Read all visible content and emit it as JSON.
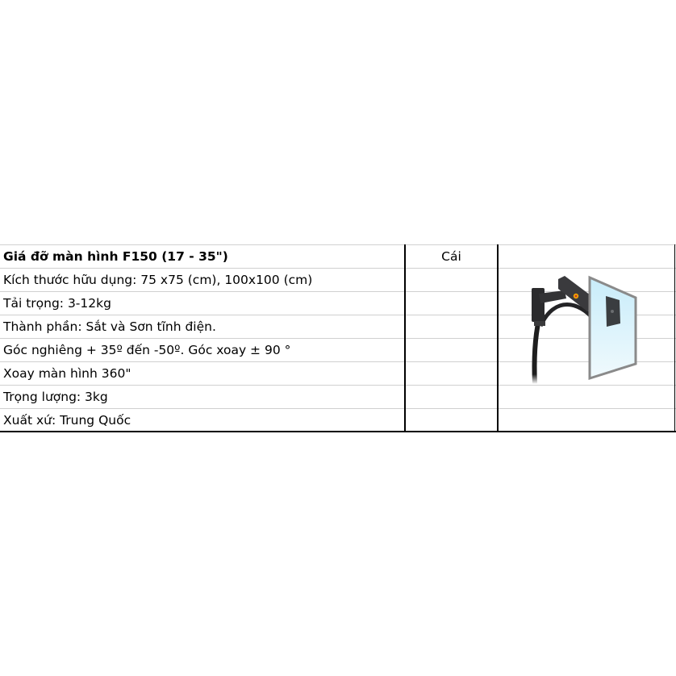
{
  "table": {
    "rows": [
      {
        "description": "Giá đỡ màn hình F150 (17 - 35\")",
        "unit": "Cái",
        "bold": true
      },
      {
        "description": "Kích thước hữu dụng: 75 x75 (cm), 100x100 (cm)",
        "unit": ""
      },
      {
        "description": "Tải trọng: 3-12kg",
        "unit": ""
      },
      {
        "description": "Thành phần: Sắt và Sơn tĩnh điện.",
        "unit": ""
      },
      {
        "description": "Góc nghiêng + 35º đến -50º. Góc xoay ± 90 °",
        "unit": ""
      },
      {
        "description": "Xoay màn hình 360\"",
        "unit": ""
      },
      {
        "description": "Trọng lượng: 3kg",
        "unit": ""
      },
      {
        "description": "Xuất xứ: Trung Quốc",
        "unit": ""
      }
    ],
    "product_image": {
      "icon": "monitor-wall-mount-arm-image"
    }
  },
  "colors": {
    "grid_line": "#d0d0d0",
    "border": "#000000",
    "arm": "#2e2e30",
    "screen_frame": "#8a8a8a",
    "screen_fill_top": "#cdeefa",
    "screen_fill_bottom": "#eef9fd",
    "arm_accent": "#f2a400"
  }
}
